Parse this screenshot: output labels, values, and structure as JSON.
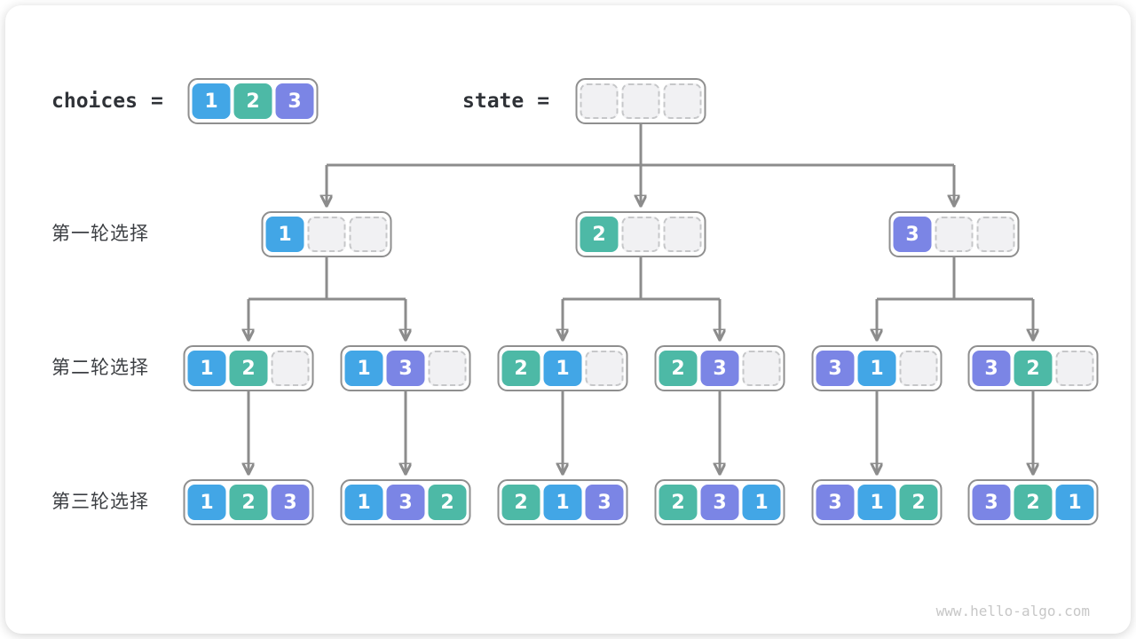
{
  "colors": {
    "cell-1": "#42a6e6",
    "cell-2": "#4db9a6",
    "cell-3": "#7b85e5",
    "line": "#8c8c8c"
  },
  "header": {
    "choices_label": "choices",
    "equals": "=",
    "choices_cells": [
      "1",
      "2",
      "3"
    ],
    "state_label": "state",
    "state_cells": [
      "",
      "",
      ""
    ]
  },
  "rounds": [
    {
      "label": "第一轮选择",
      "boxes": [
        [
          "1",
          "",
          ""
        ],
        [
          "2",
          "",
          ""
        ],
        [
          "3",
          "",
          ""
        ]
      ]
    },
    {
      "label": "第二轮选择",
      "boxes": [
        [
          "1",
          "2",
          ""
        ],
        [
          "1",
          "3",
          ""
        ],
        [
          "2",
          "1",
          ""
        ],
        [
          "2",
          "3",
          ""
        ],
        [
          "3",
          "1",
          ""
        ],
        [
          "3",
          "2",
          ""
        ]
      ]
    },
    {
      "label": "第三轮选择",
      "boxes": [
        [
          "1",
          "2",
          "3"
        ],
        [
          "1",
          "3",
          "2"
        ],
        [
          "2",
          "1",
          "3"
        ],
        [
          "2",
          "3",
          "1"
        ],
        [
          "3",
          "1",
          "2"
        ],
        [
          "3",
          "2",
          "1"
        ]
      ]
    }
  ],
  "footer": {
    "watermark": "www.hello-algo.com"
  }
}
